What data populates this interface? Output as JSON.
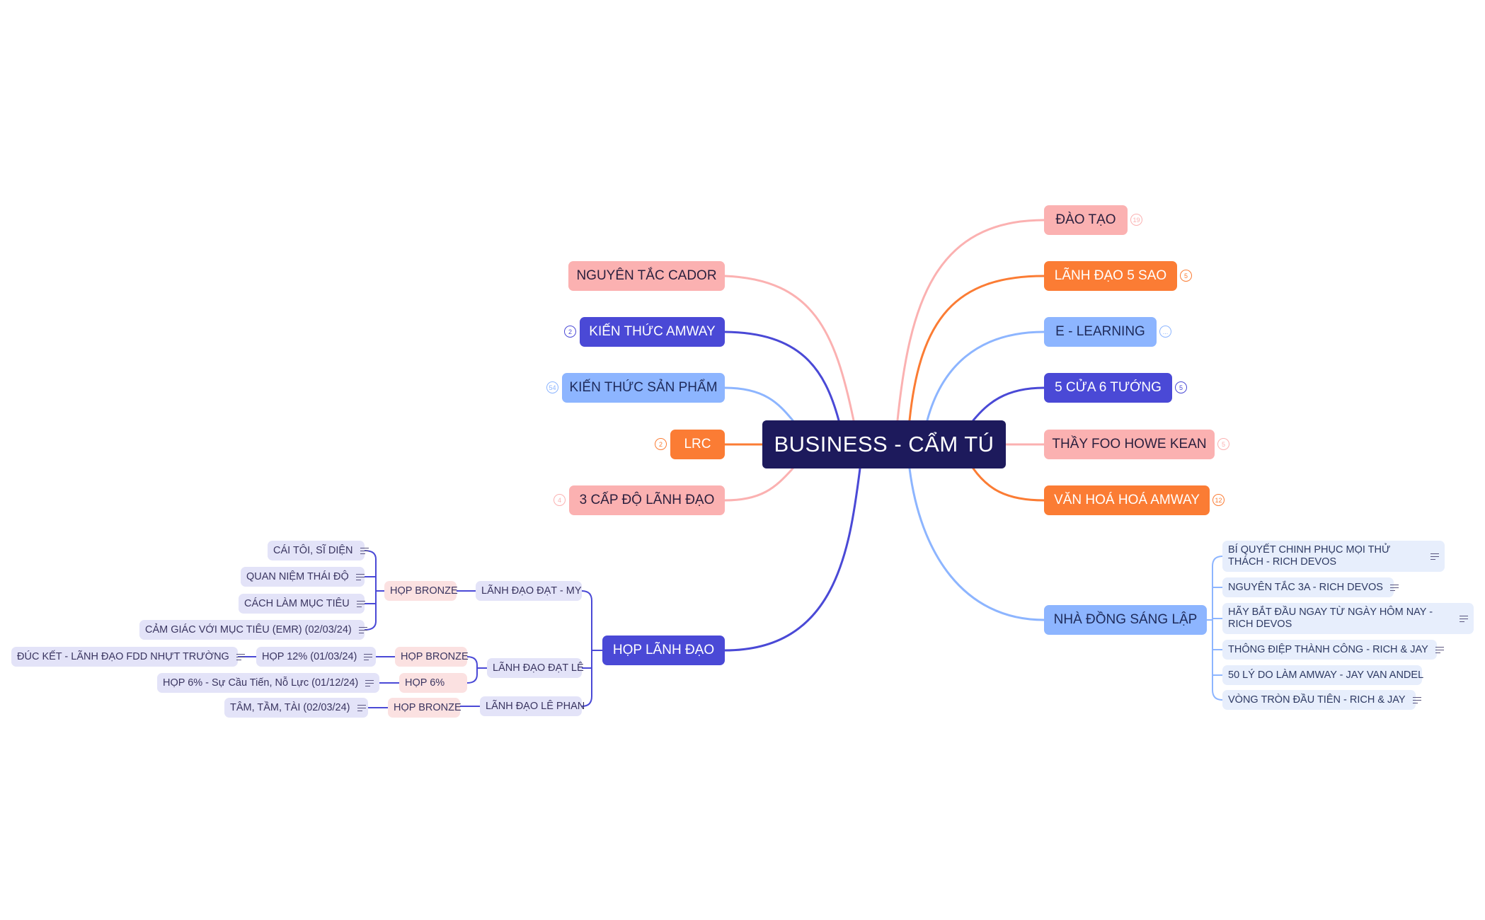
{
  "colors": {
    "pink": "#fbb1b1",
    "orange": "#fb7c34",
    "indigo": "#4a49d6",
    "sky": "#8db5ff",
    "root": "#1d1a5c"
  },
  "mindmap": {
    "root": {
      "label": "BUSINESS - CẨM TÚ"
    },
    "left": [
      {
        "label": "NGUYÊN TẮC CADOR",
        "badge": ""
      },
      {
        "label": "KIẾN THỨC AMWAY",
        "badge": "2"
      },
      {
        "label": "KIẾN THỨC SẢN PHẨM",
        "badge": "54"
      },
      {
        "label": "LRC",
        "badge": "2"
      },
      {
        "label": "3 CẤP ĐỘ LÃNH ĐẠO",
        "badge": "4"
      },
      {
        "label": "HỌP LÃNH ĐẠO",
        "badge": ""
      }
    ],
    "right": [
      {
        "label": "ĐÀO TẠO",
        "badge": "19"
      },
      {
        "label": "LÃNH ĐẠO 5 SAO",
        "badge": "5"
      },
      {
        "label": "E - LEARNING",
        "badge": "..."
      },
      {
        "label": "5 CỬA 6 TƯỚNG",
        "badge": "5"
      },
      {
        "label": "THẦY FOO HOWE KEAN",
        "badge": "5"
      },
      {
        "label": "VĂN HOÁ HOÁ AMWAY",
        "badge": "12"
      },
      {
        "label": "NHÀ ĐỒNG SÁNG LẬP",
        "badge": ""
      }
    ],
    "hop_lanh_dao": {
      "l1": [
        "LÃNH ĐẠO ĐẠT - MY",
        "LÃNH ĐẠO ĐẠT LÊ",
        "LÃNH ĐẠO LÊ PHAN"
      ],
      "l2": [
        "HỌP BRONZE",
        "HỌP BRONZE",
        "HỌP 6%",
        "HỌP BRONZE"
      ],
      "l3": [
        "CÁI TÔI, SĨ DIỆN",
        "QUAN NIỆM THÁI ĐỘ",
        "CÁCH LÀM MỤC TIÊU",
        "CẢM GIÁC VỚI MỤC TIÊU (EMR) (02/03/24)",
        "HỌP 12% (01/03/24)",
        "HỌP 6% - Sự Cầu Tiến, Nỗ Lực (01/12/24)",
        "TÂM, TẦM, TÀI (02/03/24)"
      ],
      "l4": [
        "ĐÚC KẾT - LÃNH ĐẠO FDD NHỰT TRƯỜNG"
      ]
    },
    "nha_dong_sang_lap": [
      "BÍ QUYẾT CHINH PHỤC MỌI THỬ THÁCH - RICH DEVOS",
      "NGUYÊN TẮC 3A - RICH DEVOS",
      "HÃY BẮT ĐẦU NGAY TỪ NGÀY HÔM NAY - RICH DEVOS",
      "THÔNG ĐIỆP THÀNH CÔNG - RICH & JAY",
      "50 LÝ DO LÀM AMWAY - JAY VAN ANDEL",
      "VÒNG TRÒN ĐẦU TIÊN - RICH & JAY"
    ]
  }
}
